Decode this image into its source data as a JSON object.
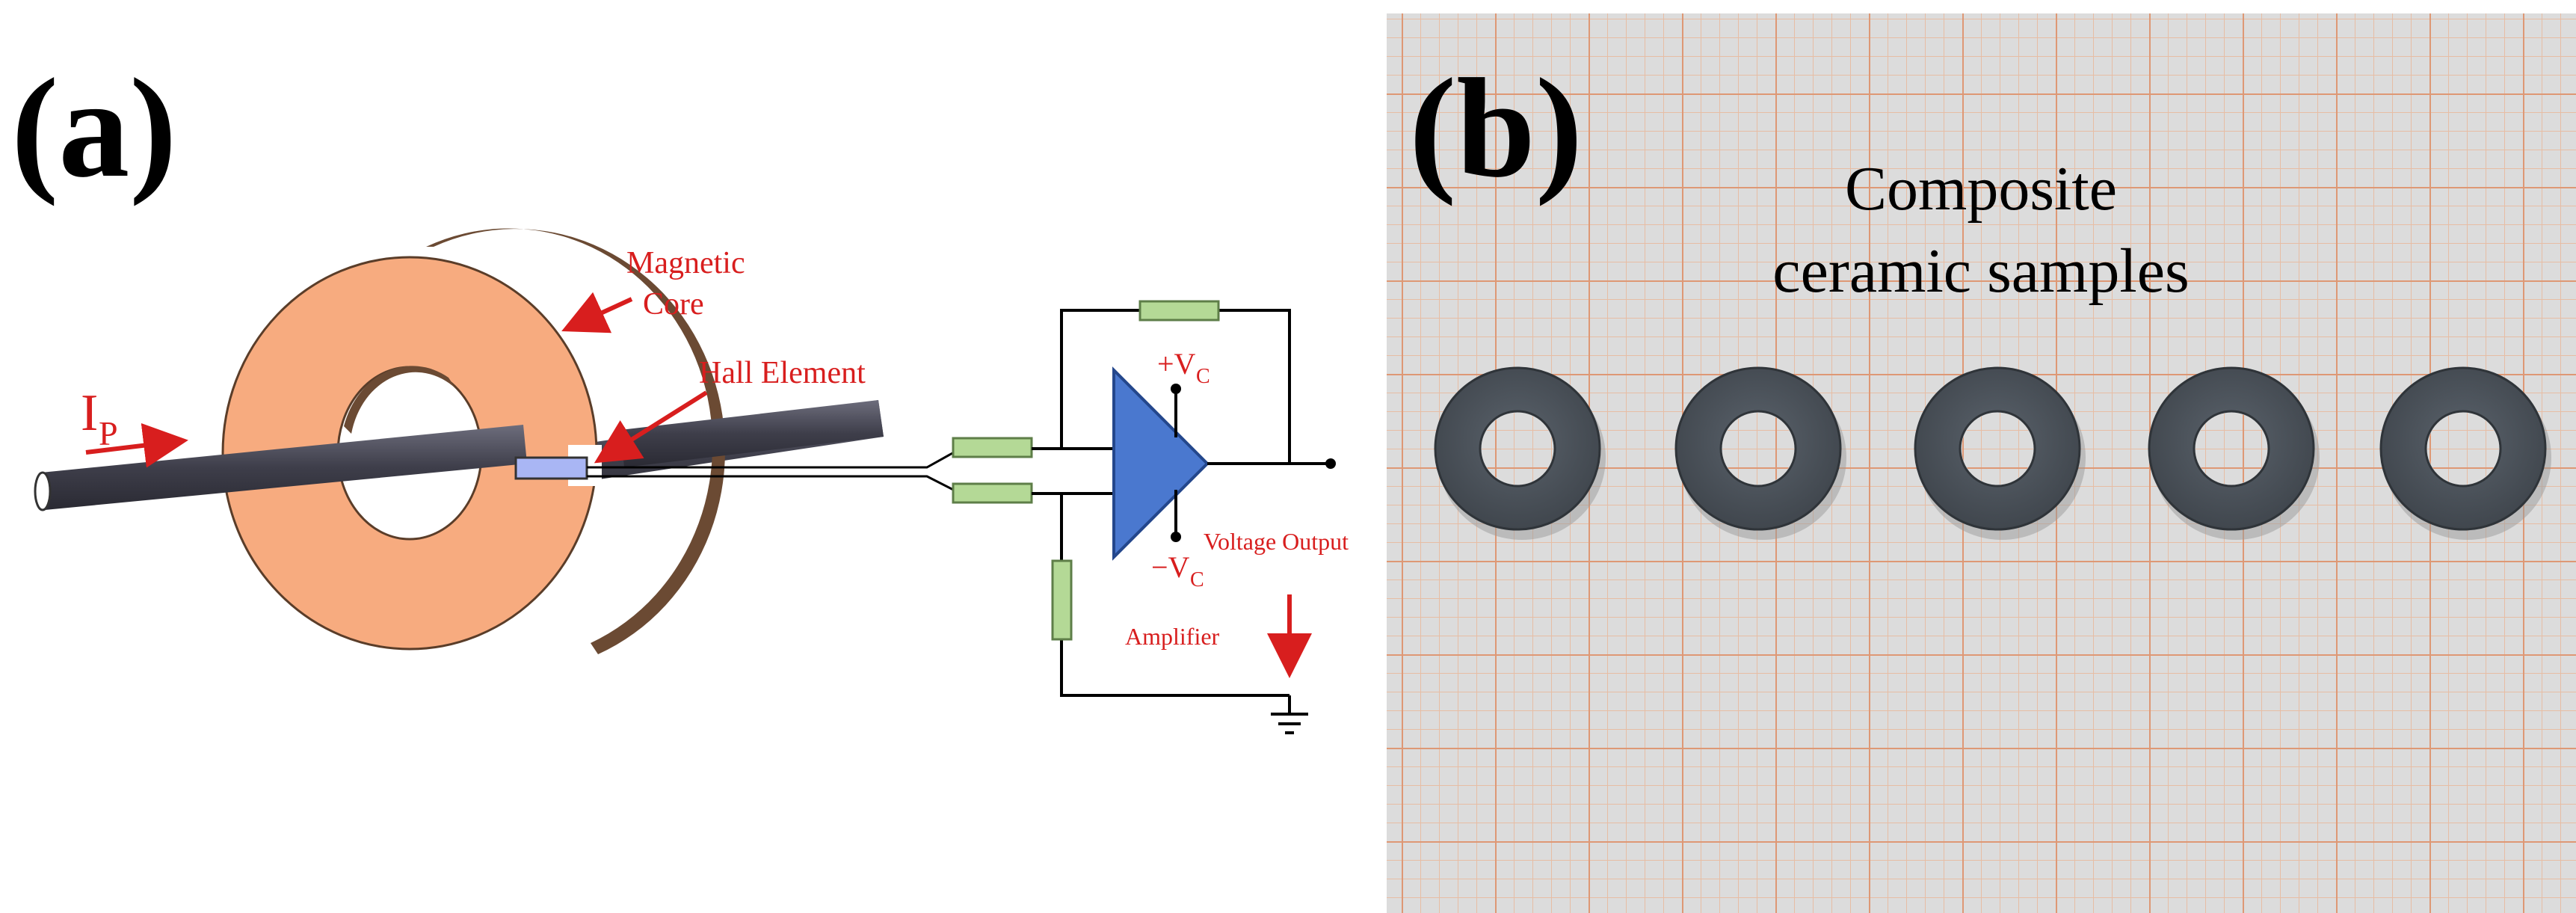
{
  "panel_a": {
    "label": "(a)",
    "current_label": "I",
    "current_subscript": "P",
    "magnetic_core_label_line1": "Magnetic",
    "magnetic_core_label_line2": "Core",
    "hall_element_label": "Hall Element",
    "plus_vc_prefix": "+V",
    "plus_vc_subscript": "C",
    "minus_vc_prefix": "−V",
    "minus_vc_subscript": "C",
    "voltage_output_label": "Voltage Output",
    "amplifier_label": "Amplifier"
  },
  "panel_b": {
    "label": "(b)",
    "caption_line1": "Composite",
    "caption_line2": "ceramic samples",
    "sample_count": 5
  },
  "colors": {
    "annotation_red": "#d81e1e",
    "core_orange": "#f7ab7f",
    "core_edge": "#6b4a33",
    "rod": "#4a4a58",
    "resistor_green": "#b4d996",
    "amplifier_blue": "#4a78cf",
    "hall_element": "#a9b6f4",
    "graph_paper": "#dcdcdc",
    "grid_orange": "#e8a27c",
    "ring_gray": "#4d545c"
  }
}
